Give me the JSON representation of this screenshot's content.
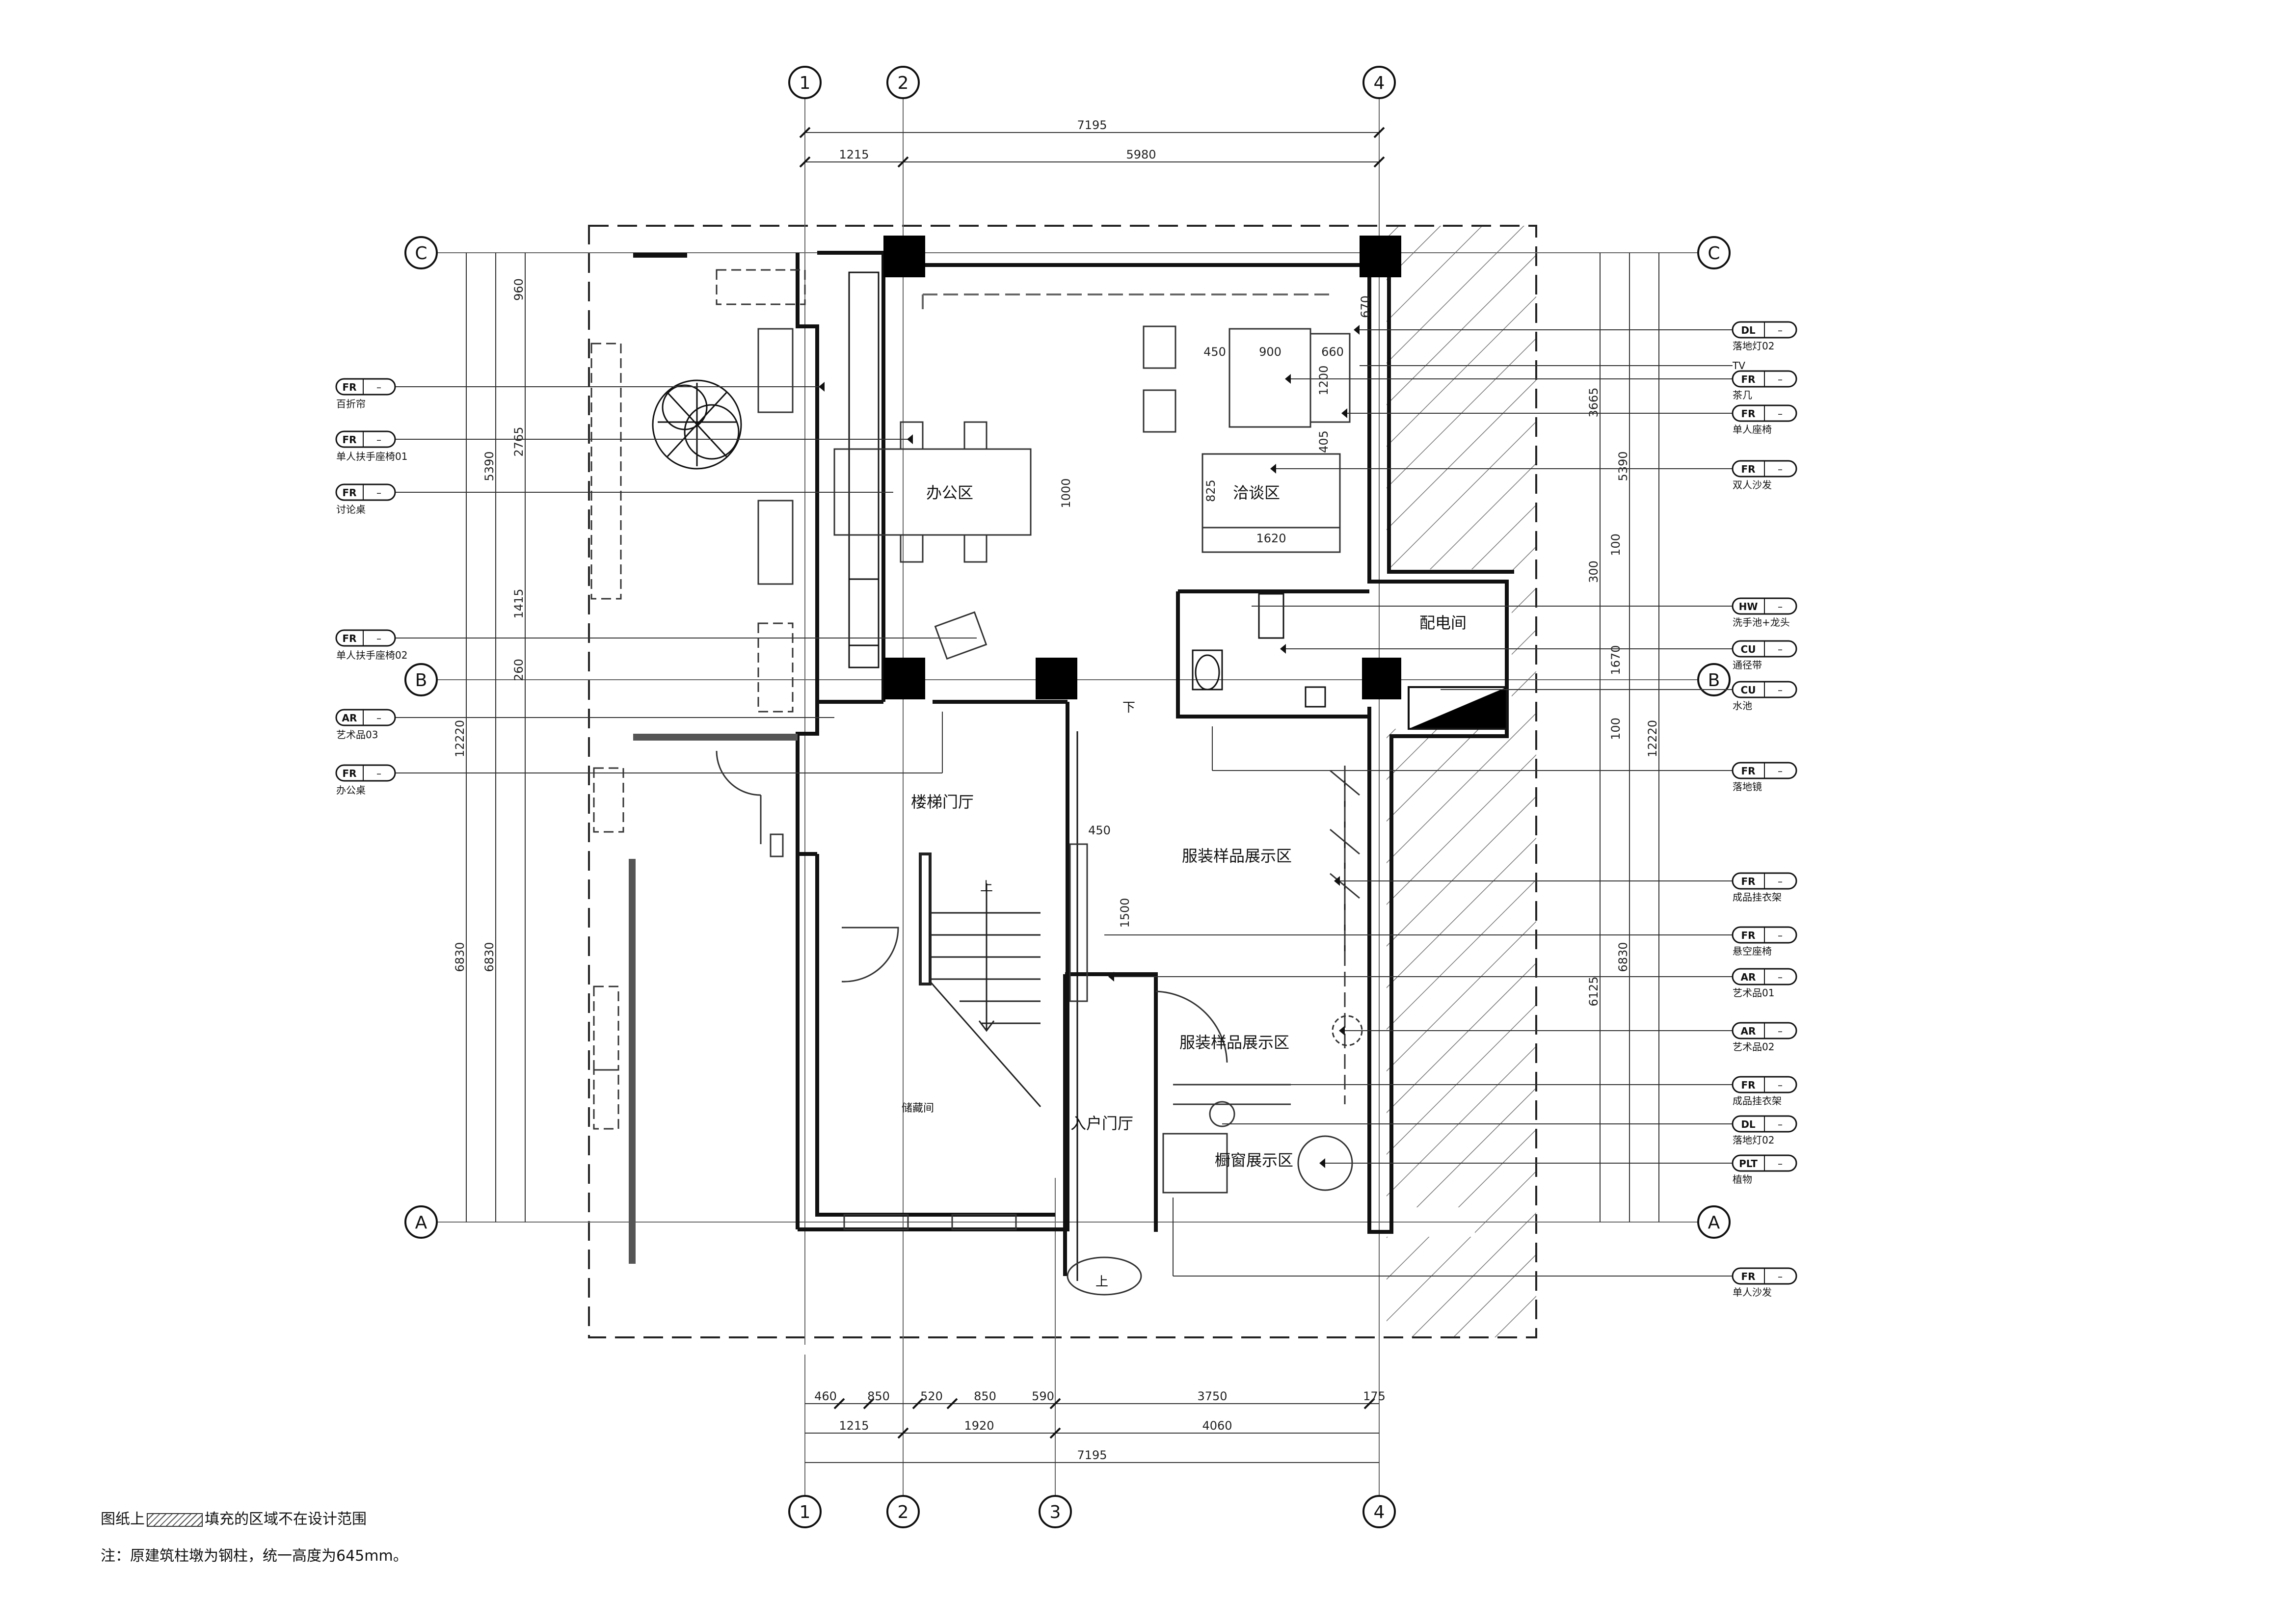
{
  "grid_axes": {
    "top": [
      "1",
      "2",
      "4"
    ],
    "bottom": [
      "1",
      "2",
      "3",
      "4"
    ],
    "left": [
      "C",
      "B",
      "A"
    ],
    "right": [
      "C",
      "B",
      "A"
    ]
  },
  "dimensions": {
    "top_total": "7195",
    "top_parts": [
      "1215",
      "5980"
    ],
    "bottom_detail": [
      "460",
      "850",
      "520",
      "850",
      "590",
      "3750",
      "175"
    ],
    "bottom_mid": [
      "1215",
      "1920",
      "4060"
    ],
    "bottom_total": "7195",
    "left_inner": [
      "960",
      "2765",
      "1415",
      "260"
    ],
    "left_mid": [
      "5390",
      "6830"
    ],
    "left_total": "12220",
    "left_lower": "6830",
    "right_inner": [
      "3665",
      "300",
      "100",
      "1670",
      "100",
      "6125"
    ],
    "right_mid": [
      "5390",
      "6830"
    ],
    "right_total": "12220",
    "interior": [
      "450",
      "900",
      "660",
      "670",
      "1200",
      "405",
      "825",
      "1620",
      "1000",
      "450",
      "1500"
    ]
  },
  "rooms": {
    "office": "办公区",
    "negotiation": "洽谈区",
    "electrical": "配电间",
    "stair_hall": "楼梯门厅",
    "showroom1": "服装样品展示区",
    "showroom2": "服装样品展示区",
    "storage": "储藏间",
    "entry_hall": "入户门厅",
    "window_display": "橱窗展示区",
    "up1": "上",
    "up2": "上",
    "down": "下"
  },
  "left_tags": [
    {
      "code": "FR",
      "num": "–",
      "label": "百折帘"
    },
    {
      "code": "FR",
      "num": "–",
      "label": "单人扶手座椅01"
    },
    {
      "code": "FR",
      "num": "–",
      "label": "讨论桌"
    },
    {
      "code": "FR",
      "num": "–",
      "label": "单人扶手座椅02"
    },
    {
      "code": "AR",
      "num": "–",
      "label": "艺术品03"
    },
    {
      "code": "FR",
      "num": "–",
      "label": "办公桌"
    }
  ],
  "right_tags": [
    {
      "code": "DL",
      "num": "–",
      "label": "落地灯02"
    },
    {
      "code": "",
      "num": "",
      "label": "TV"
    },
    {
      "code": "FR",
      "num": "–",
      "label": "茶几"
    },
    {
      "code": "FR",
      "num": "–",
      "label": "单人座椅"
    },
    {
      "code": "FR",
      "num": "–",
      "label": "双人沙发"
    },
    {
      "code": "HW",
      "num": "–",
      "label": "洗手池+龙头"
    },
    {
      "code": "CU",
      "num": "–",
      "label": "通径带"
    },
    {
      "code": "CU",
      "num": "–",
      "label": "水池"
    },
    {
      "code": "FR",
      "num": "–",
      "label": "落地镜"
    },
    {
      "code": "FR",
      "num": "–",
      "label": "成品挂衣架"
    },
    {
      "code": "FR",
      "num": "–",
      "label": "悬空座椅"
    },
    {
      "code": "AR",
      "num": "–",
      "label": "艺术品01"
    },
    {
      "code": "AR",
      "num": "–",
      "label": "艺术品02"
    },
    {
      "code": "FR",
      "num": "–",
      "label": "成品挂衣架"
    },
    {
      "code": "DL",
      "num": "–",
      "label": "落地灯02"
    },
    {
      "code": "PLT",
      "num": "–",
      "label": "植物"
    },
    {
      "code": "FR",
      "num": "–",
      "label": "单人沙发"
    }
  ],
  "notes": {
    "hatch_prefix": "图纸上",
    "hatch_suffix": "填充的区域不在设计范围",
    "column_note": "注：原建筑柱墩为钢柱，统一高度为645mm。"
  }
}
